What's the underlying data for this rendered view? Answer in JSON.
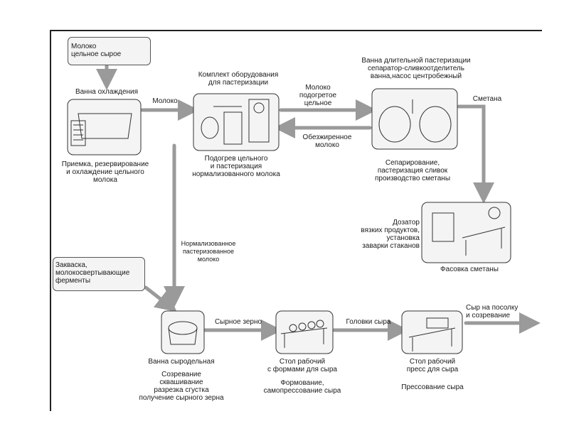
{
  "diagram": {
    "input_milk": [
      "Молоко",
      "цельное сырое"
    ],
    "cooling_bath_title": "Ванна охлаждения",
    "cooling_caption": [
      "Приемка, резервирование",
      "и охлаждение цельного",
      "молока"
    ],
    "arrow_milk": "Молоко",
    "pasteurization_kit_title": [
      "Комплект оборудования",
      "для пастеризации"
    ],
    "pasteurization_caption": [
      "Подогрев цельного",
      "и пастеризация",
      "нормализованного молока"
    ],
    "heated_milk": [
      "Молоко",
      "подогретое",
      "цельное"
    ],
    "skim_milk": [
      "Обезжиренное",
      "молоко"
    ],
    "separator_title": [
      "Ванна длительной пастеризации",
      "сепаратор-сливкоотделитель",
      "ванна,насос центробежный"
    ],
    "separator_caption": [
      "Сепарирование,",
      "пастеризация сливок",
      "производство сметаны"
    ],
    "sour_cream_arrow": "Сметана",
    "dispenser_label": [
      "Дозатор",
      "вязких продуктов,",
      "установка",
      "заварки стаканов"
    ],
    "packing_caption": "Фасовка сметаны",
    "normalized_milk": [
      "Нормализованное",
      "пастеризованное",
      "молоко"
    ],
    "starter_box": [
      "Закваска,",
      "молокосвертывающие",
      "ферменты"
    ],
    "cheese_vat_title": "Ванна сыродельная",
    "cheese_vat_caption": [
      "Созревание",
      "сквашивание",
      "разрезка сгустка",
      "получение сырного зерна"
    ],
    "cheese_grain_arrow": "Сырное зерно",
    "forming_table_title": [
      "Стол рабочий",
      "с формами для сыра"
    ],
    "forming_caption": [
      "Формование,",
      "самопрессование сыра"
    ],
    "cheese_heads_arrow": "Головки сыра",
    "press_table_title": [
      "Стол рабочий",
      "пресс для сыра"
    ],
    "press_caption": "Прессование сыра",
    "to_salting": [
      "Сыр на посолку",
      "и созревание"
    ]
  },
  "colors": {
    "arrow": "#9a9a9a",
    "stroke": "#333333",
    "box_fill": "#f4f4f4"
  }
}
